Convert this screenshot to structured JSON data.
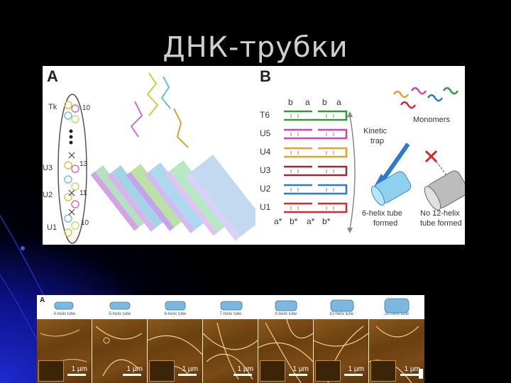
{
  "slide": {
    "title": "ДНК-трубки",
    "colors": {
      "background": "#000000",
      "accent_blue": "#1f2bd0",
      "title": "#cfcfcf"
    }
  },
  "figure_top": {
    "panel_a": {
      "letter": "A",
      "labels": [
        "Tk",
        "U3",
        "U2",
        "U1"
      ],
      "numbers": [
        "10",
        "13",
        "11",
        "10"
      ]
    },
    "panel_b": {
      "letter": "B",
      "top_letters": [
        "b",
        "a",
        "b",
        "a"
      ],
      "strands": [
        "T6",
        "U5",
        "U4",
        "U3",
        "U2",
        "U1"
      ],
      "bottom_letters": [
        "a*",
        "b*",
        "a*",
        "b*"
      ],
      "monomers": "Monomers",
      "kinetic_trap_1": "Kinetic",
      "kinetic_trap_2": "trap",
      "six_helix_1": "6-helix tube",
      "six_helix_2": "formed",
      "twelve_helix_1": "No 12-helix",
      "twelve_helix_2": "tube formed",
      "strand_colors": [
        "#2e9b3a",
        "#d63fb0",
        "#e8a028",
        "#a0282a",
        "#2a7ad0",
        "#d8262a"
      ]
    }
  },
  "figure_bottom": {
    "letter": "A",
    "tube_titles": [
      "4-helix tube",
      "5-helix tube",
      "6-helix tube",
      "7-helix tube",
      "8-helix tube",
      "10-helix tube",
      "20-helix tube"
    ],
    "scale_label": "1 µm"
  }
}
